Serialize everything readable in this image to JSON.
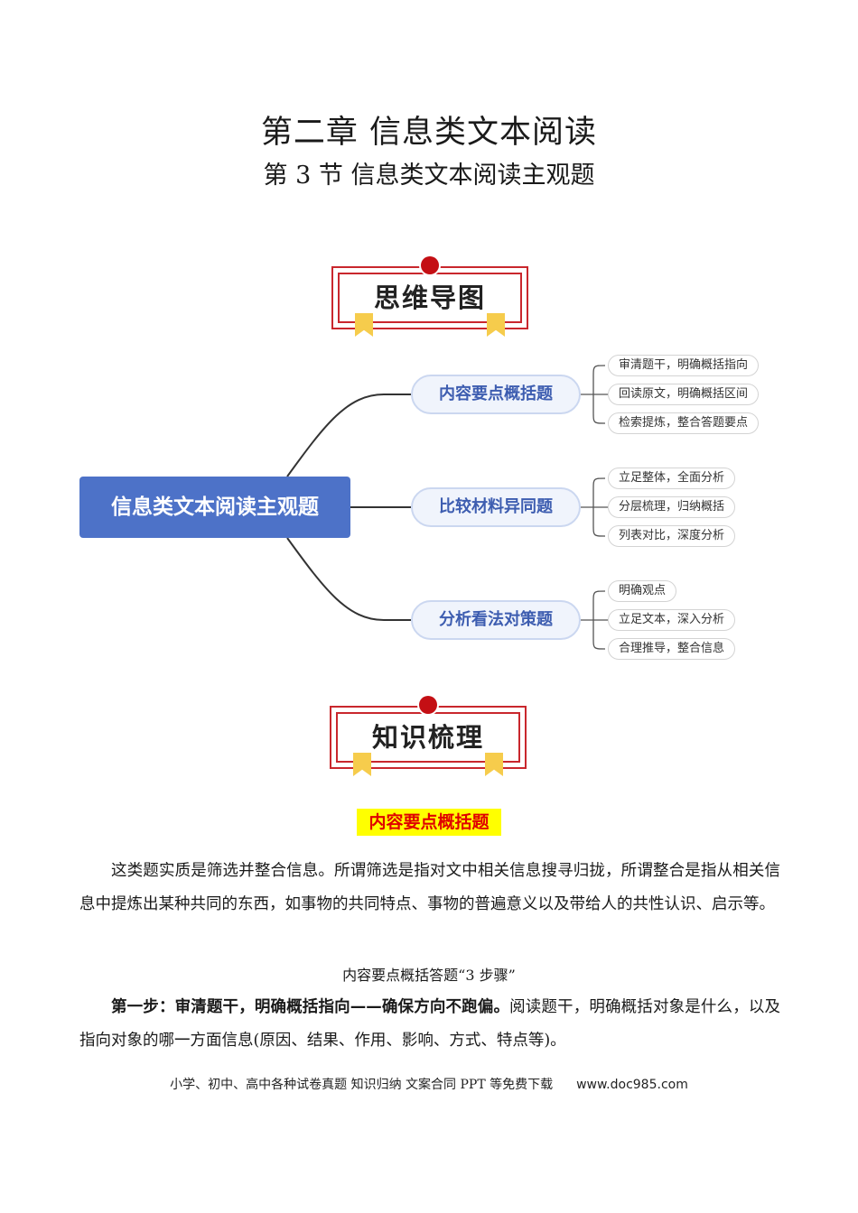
{
  "header": {
    "chapter_title": "第二章 信息类文本阅读",
    "section_title": "第 3 节 信息类文本阅读主观题"
  },
  "banners": {
    "mind_map": "思维导图",
    "knowledge": "知识梳理"
  },
  "mind_map": {
    "root": "信息类文本阅读主观题",
    "branches": [
      {
        "label": "内容要点概括题",
        "leaves": [
          "审清题干，明确概括指向",
          "回读原文，明确概括区间",
          "检索提炼，整合答题要点"
        ]
      },
      {
        "label": "比较材料异同题",
        "leaves": [
          "立足整体，全面分析",
          "分层梳理，归纳概括",
          "列表对比，深度分析"
        ]
      },
      {
        "label": "分析看法对策题",
        "leaves": [
          "明确观点",
          "立足文本，深入分析",
          "合理推导，整合信息"
        ]
      }
    ]
  },
  "content": {
    "subsection_label": "内容要点概括题",
    "intro_paragraph": "这类题实质是筛选并整合信息。所谓筛选是指对文中相关信息搜寻归拢，所谓整合是指从相关信息中提炼出某种共同的东西，如事物的共同特点、事物的普遍意义以及带给人的共性认识、启示等。",
    "steps_heading": "内容要点概括答题“3 步骤”",
    "step1_bold": "第一步：审清题干，明确概括指向——确保方向不跑偏。",
    "step1_text": "阅读题干，明确概括对象是什么，以及指向对象的哪一方面信息(原因、结果、作用、影响、方式、特点等)。"
  },
  "footer": {
    "text": "小学、初中、高中各种试卷真题 知识归纳 文案合同 PPT 等免费下载",
    "site": "www.doc985.com"
  },
  "colors": {
    "banner_red": "#c9272d",
    "ribbon_yellow": "#f6cc4c",
    "root_blue": "#4d72c8",
    "branch_text": "#3d5db0",
    "highlight": "#ffff00",
    "highlight_text": "#e00000"
  }
}
